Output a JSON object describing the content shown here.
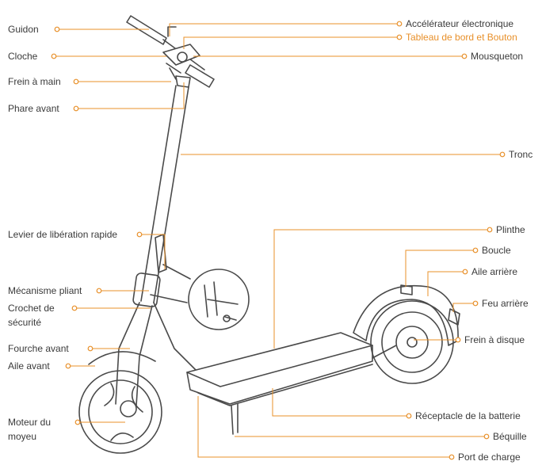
{
  "colors": {
    "accent": "#e8902a",
    "line": "#e8902a",
    "drawing": "#4a4a4a",
    "text": "#3a3a3a"
  },
  "labels_left": [
    {
      "id": "guidon",
      "text": "Guidon"
    },
    {
      "id": "cloche",
      "text": "Cloche"
    },
    {
      "id": "frein-main",
      "text": "Frein à main"
    },
    {
      "id": "phare",
      "text": "Phare avant"
    },
    {
      "id": "levier",
      "text": "Levier de libération rapide"
    },
    {
      "id": "mecanisme",
      "text": "Mécanisme pliant"
    },
    {
      "id": "crochet1",
      "text": "Crochet de"
    },
    {
      "id": "crochet2",
      "text": "sécurité"
    },
    {
      "id": "fourche",
      "text": "Fourche avant"
    },
    {
      "id": "aile-av",
      "text": "Aile avant"
    },
    {
      "id": "moteur1",
      "text": "Moteur du"
    },
    {
      "id": "moteur2",
      "text": "moyeu"
    }
  ],
  "labels_right": [
    {
      "id": "accel",
      "text": "Accélérateur électronique"
    },
    {
      "id": "tableau",
      "text": "Tableau de bord et Bouton",
      "accent": true
    },
    {
      "id": "mousqueton",
      "text": "Mousqueton"
    },
    {
      "id": "tronc",
      "text": "Tronc"
    },
    {
      "id": "plinthe",
      "text": "Plinthe"
    },
    {
      "id": "boucle",
      "text": "Boucle"
    },
    {
      "id": "aile-ar",
      "text": "Aile arrière"
    },
    {
      "id": "feu",
      "text": "Feu arrière"
    },
    {
      "id": "frein-disque",
      "text": "Frein à disque"
    },
    {
      "id": "receptacle",
      "text": "Réceptacle de la batterie"
    },
    {
      "id": "bequille",
      "text": "Béquille"
    },
    {
      "id": "port",
      "text": "Port de charge"
    }
  ]
}
